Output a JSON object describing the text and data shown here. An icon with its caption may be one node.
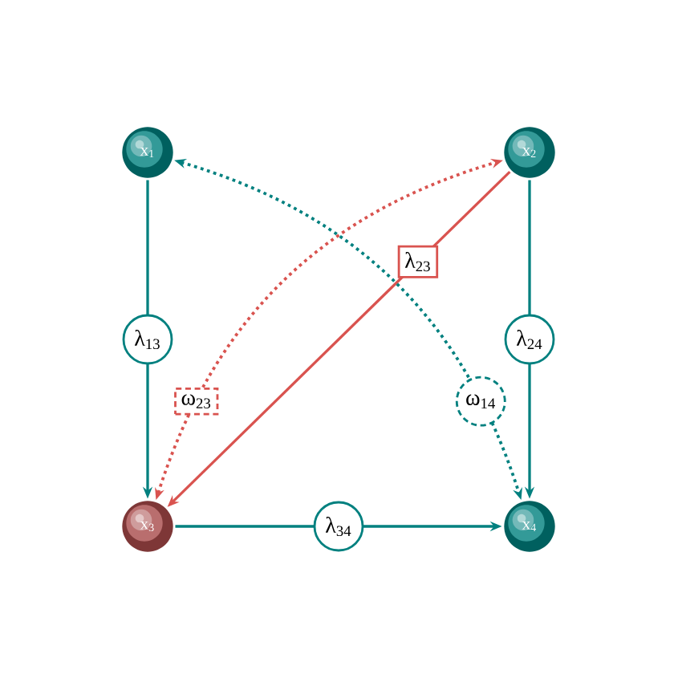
{
  "diagram": {
    "nodes": [
      {
        "text": [
          "x$_{1}$"
        ]
      },
      {
        "text": [
          "x$_{2}$"
        ]
      },
      {
        "text": [
          "x$_{3}$"
        ]
      },
      {
        "text": [
          "x$_{4}$"
        ]
      }
    ],
    "edges": [
      {
        "from": 0,
        "to": 2,
        "arrow": "to",
        "label": "λ$_{13}$"
      },
      {
        "from": 1,
        "to": 3,
        "arrow": "to",
        "label": "λ$_{24}$"
      },
      {
        "from": 2,
        "to": 3,
        "arrow": "to",
        "label": "λ$_{34}$"
      },
      {
        "from": 1,
        "to": 2,
        "arrow": "to",
        "label": "λ$_{23}$",
        "color": "#d9534f"
      },
      {
        "from": 2,
        "to": 1,
        "arrow": "both",
        "label": "ω$_{23}$",
        "style": "dashed",
        "color": "#d9534f"
      },
      {
        "from": 0,
        "to": 3,
        "arrow": "both",
        "label": "ω$_{14}$",
        "style": "dashed"
      }
    ]
  }
}
